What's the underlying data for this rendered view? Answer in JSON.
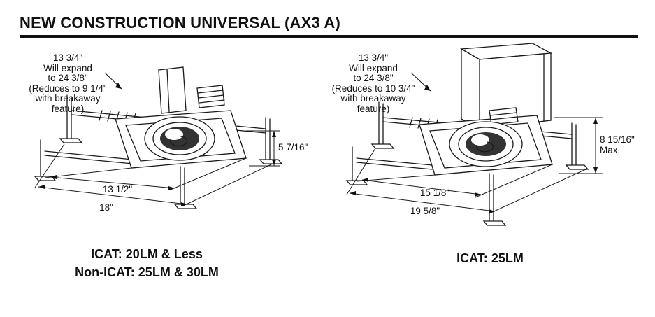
{
  "page": {
    "title": "NEW CONSTRUCTION UNIVERSAL (AX3 A)"
  },
  "left": {
    "note": {
      "line1": "13 3/4\"",
      "line2": "Will expand",
      "line3": "to 24 3/8\"",
      "line4": "(Reduces to 9 1/4\"",
      "line5": "with breakaway",
      "line6": "feature)"
    },
    "dims": {
      "height": "5 7/16\"",
      "inner_width": "13 1/2\"",
      "outer_width": "18\""
    },
    "caption": {
      "line1": "ICAT: 20LM & Less",
      "line2": "Non-ICAT: 25LM & 30LM"
    }
  },
  "right": {
    "note": {
      "line1": "13 3/4\"",
      "line2": "Will expand",
      "line3": "to 24 3/8\"",
      "line4": "(Reduces to 10 3/4\"",
      "line5": "with breakaway",
      "line6": "feature)"
    },
    "dims": {
      "height": "8 15/16\"",
      "height_qualifier": "Max.",
      "inner_width": "15 1/8\"",
      "outer_width": "19 5/8\""
    },
    "caption": {
      "line1": "ICAT: 25LM"
    }
  }
}
